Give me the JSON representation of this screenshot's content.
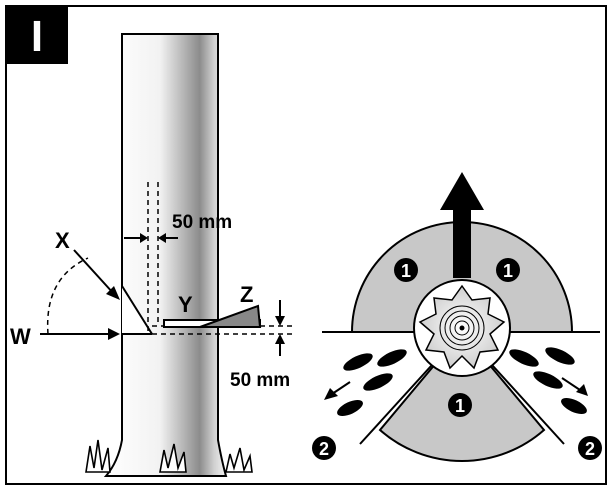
{
  "panel_label": "I",
  "labels": {
    "x": "X",
    "w": "W",
    "y": "Y",
    "z": "Z",
    "width_dim": "50 mm",
    "height_dim": "50 mm"
  },
  "markers": {
    "zone_one": "1",
    "zone_two": "2"
  },
  "colors": {
    "zone_fill": "#c8c8c8",
    "ink": "#000000",
    "trunk_shade": "#9a9a9a"
  }
}
